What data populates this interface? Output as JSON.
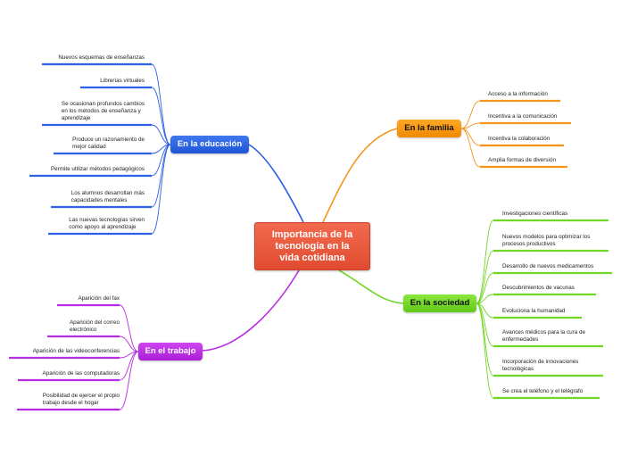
{
  "central": {
    "line1": "Importancia de la",
    "line2": "tecnología en la",
    "line3": "vida cotidiana"
  },
  "colors": {
    "central": "#e9553a",
    "educacion": "#2a62e3",
    "familia": "#f7941d",
    "sociedad": "#72d626",
    "trabajo": "#b72ee2"
  },
  "educacion": {
    "label": "En la educación",
    "items": [
      [
        "Nuevos esquemas de enseñanzas"
      ],
      [
        "Librerías virtuales"
      ],
      [
        "Se ocasionan profundos cambios",
        "en los métodos de enseñanza y",
        "aprendizaje"
      ],
      [
        "Produce un razonamiento de",
        "mejor calidad"
      ],
      [
        "Permite utilizar métodos pedagógicos"
      ],
      [
        "Los alumnos desarrollan más",
        "capacidades mentales"
      ],
      [
        "Las nuevas tecnologías sirven",
        "como apoyo al aprendizaje"
      ]
    ]
  },
  "familia": {
    "label": "En la familia",
    "items": [
      [
        "Acceso a la información"
      ],
      [
        "Incentiva a la comunicación"
      ],
      [
        "Incentiva la colaboración"
      ],
      [
        "Amplia formas de diversión"
      ]
    ]
  },
  "sociedad": {
    "label": "En la sociedad",
    "items": [
      [
        "Investigaciones científicas"
      ],
      [
        "Nuevos modelos para optimizar los",
        "procesos productivos"
      ],
      [
        "Desarrollo de nuevos medicamentos"
      ],
      [
        "Descubrimientos de vacunas"
      ],
      [
        "Evoluciona la humanidad"
      ],
      [
        "Avances médicos para la cura de",
        "enfermedades"
      ],
      [
        "Incorporación de innovaciones",
        "tecnológicas"
      ],
      [
        "Se crea el teléfono y el telégrafo"
      ]
    ]
  },
  "trabajo": {
    "label": "En el trabajo",
    "items": [
      [
        "Aparición del fax"
      ],
      [
        "Aparición del correo",
        "electrónico"
      ],
      [
        "Aparición de las videoconferencias"
      ],
      [
        "Aparición de las computadoras"
      ],
      [
        "Posibilidad de ejercer el propio",
        "trabajo desde el hogar"
      ]
    ]
  }
}
